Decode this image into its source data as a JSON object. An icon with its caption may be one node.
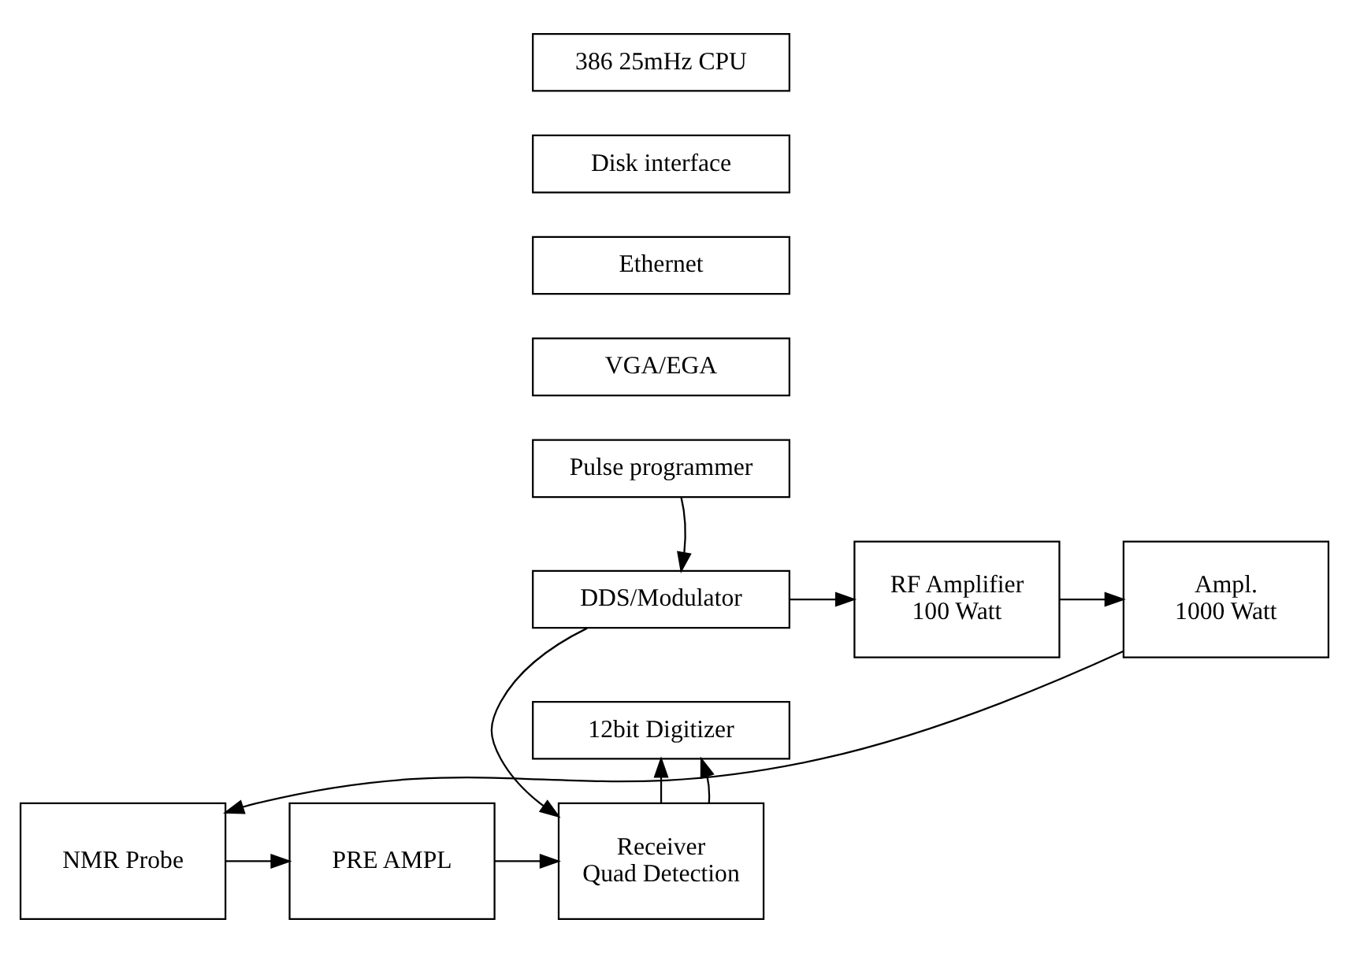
{
  "diagram": {
    "nodes": [
      {
        "text": [
          "386 25mHz CPU"
        ]
      },
      {
        "text": [
          "Disk interface"
        ]
      },
      {
        "text": [
          "Ethernet"
        ]
      },
      {
        "text": [
          "VGA/EGA"
        ]
      },
      {
        "text": [
          "Pulse programmer"
        ]
      },
      {
        "text": [
          "DDS/Modulator"
        ]
      },
      {
        "text": [
          "12bit Digitizer"
        ]
      },
      {
        "text": [
          "RF Amplifier",
          "100 Watt"
        ]
      },
      {
        "text": [
          "Ampl.",
          "1000 Watt"
        ]
      },
      {
        "text": [
          "NMR Probe"
        ]
      },
      {
        "text": [
          "PRE AMPL"
        ]
      },
      {
        "text": [
          "Receiver",
          "Quad Detection"
        ]
      }
    ],
    "edges": [
      {
        "from": 4,
        "to": 5,
        "arrow": "to"
      },
      {
        "from": 5,
        "to": 7,
        "arrow": "to"
      },
      {
        "from": 7,
        "to": 8,
        "arrow": "to"
      },
      {
        "from": 8,
        "to": 9,
        "arrow": "to"
      },
      {
        "from": 9,
        "to": 10,
        "arrow": "to"
      },
      {
        "from": 10,
        "to": 11,
        "arrow": "to"
      },
      {
        "from": 11,
        "to": 6,
        "arrow": "to"
      },
      {
        "from": 11,
        "to": 6,
        "arrow": "to"
      },
      {
        "from": 5,
        "to": 11,
        "arrow": "to"
      }
    ]
  }
}
